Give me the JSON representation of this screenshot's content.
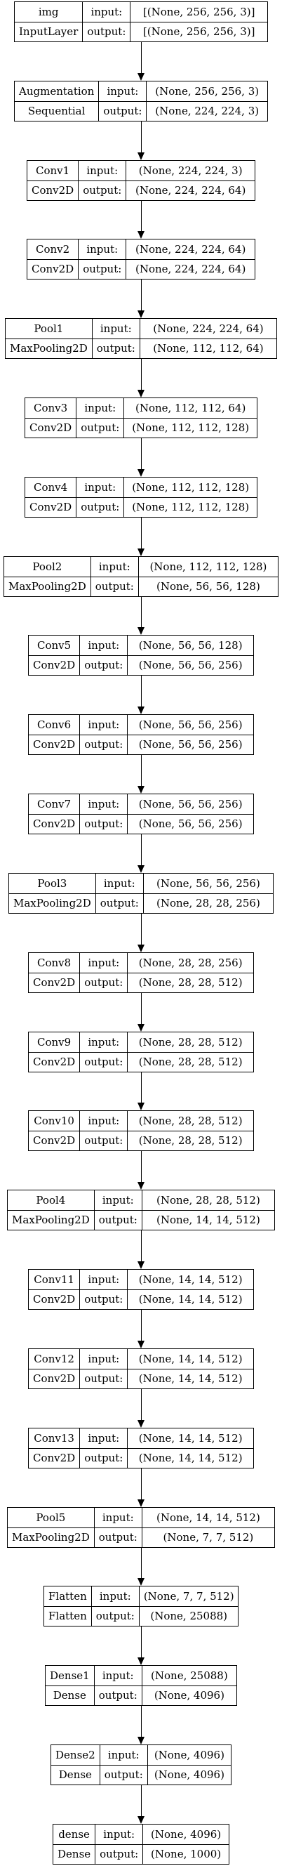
{
  "io_labels": {
    "input": "input:",
    "output": "output:"
  },
  "layers": [
    {
      "name": "img",
      "type": "InputLayer",
      "input": "[(None, 256, 256, 3)]",
      "output": "[(None, 256, 256, 3)]"
    },
    {
      "name": "Augmentation",
      "type": "Sequential",
      "input": "(None, 256, 256, 3)",
      "output": "(None, 224, 224, 3)"
    },
    {
      "name": "Conv1",
      "type": "Conv2D",
      "input": "(None, 224, 224, 3)",
      "output": "(None, 224, 224, 64)"
    },
    {
      "name": "Conv2",
      "type": "Conv2D",
      "input": "(None, 224, 224, 64)",
      "output": "(None, 224, 224, 64)"
    },
    {
      "name": "Pool1",
      "type": "MaxPooling2D",
      "input": "(None, 224, 224, 64)",
      "output": "(None, 112, 112, 64)"
    },
    {
      "name": "Conv3",
      "type": "Conv2D",
      "input": "(None, 112, 112, 64)",
      "output": "(None, 112, 112, 128)"
    },
    {
      "name": "Conv4",
      "type": "Conv2D",
      "input": "(None, 112, 112, 128)",
      "output": "(None, 112, 112, 128)"
    },
    {
      "name": "Pool2",
      "type": "MaxPooling2D",
      "input": "(None, 112, 112, 128)",
      "output": "(None, 56, 56, 128)"
    },
    {
      "name": "Conv5",
      "type": "Conv2D",
      "input": "(None, 56, 56, 128)",
      "output": "(None, 56, 56, 256)"
    },
    {
      "name": "Conv6",
      "type": "Conv2D",
      "input": "(None, 56, 56, 256)",
      "output": "(None, 56, 56, 256)"
    },
    {
      "name": "Conv7",
      "type": "Conv2D",
      "input": "(None, 56, 56, 256)",
      "output": "(None, 56, 56, 256)"
    },
    {
      "name": "Pool3",
      "type": "MaxPooling2D",
      "input": "(None, 56, 56, 256)",
      "output": "(None, 28, 28, 256)"
    },
    {
      "name": "Conv8",
      "type": "Conv2D",
      "input": "(None, 28, 28, 256)",
      "output": "(None, 28, 28, 512)"
    },
    {
      "name": "Conv9",
      "type": "Conv2D",
      "input": "(None, 28, 28, 512)",
      "output": "(None, 28, 28, 512)"
    },
    {
      "name": "Conv10",
      "type": "Conv2D",
      "input": "(None, 28, 28, 512)",
      "output": "(None, 28, 28, 512)"
    },
    {
      "name": "Pool4",
      "type": "MaxPooling2D",
      "input": "(None, 28, 28, 512)",
      "output": "(None, 14, 14, 512)"
    },
    {
      "name": "Conv11",
      "type": "Conv2D",
      "input": "(None, 14, 14, 512)",
      "output": "(None, 14, 14, 512)"
    },
    {
      "name": "Conv12",
      "type": "Conv2D",
      "input": "(None, 14, 14, 512)",
      "output": "(None, 14, 14, 512)"
    },
    {
      "name": "Conv13",
      "type": "Conv2D",
      "input": "(None, 14, 14, 512)",
      "output": "(None, 14, 14, 512)"
    },
    {
      "name": "Pool5",
      "type": "MaxPooling2D",
      "input": "(None, 14, 14, 512)",
      "output": "(None, 7, 7, 512)"
    },
    {
      "name": "Flatten",
      "type": "Flatten",
      "input": "(None, 7, 7, 512)",
      "output": "(None, 25088)"
    },
    {
      "name": "Dense1",
      "type": "Dense",
      "input": "(None, 25088)",
      "output": "(None, 4096)"
    },
    {
      "name": "Dense2",
      "type": "Dense",
      "input": "(None, 4096)",
      "output": "(None, 4096)"
    },
    {
      "name": "dense",
      "type": "Dense",
      "input": "(None, 4096)",
      "output": "(None, 1000)"
    }
  ]
}
